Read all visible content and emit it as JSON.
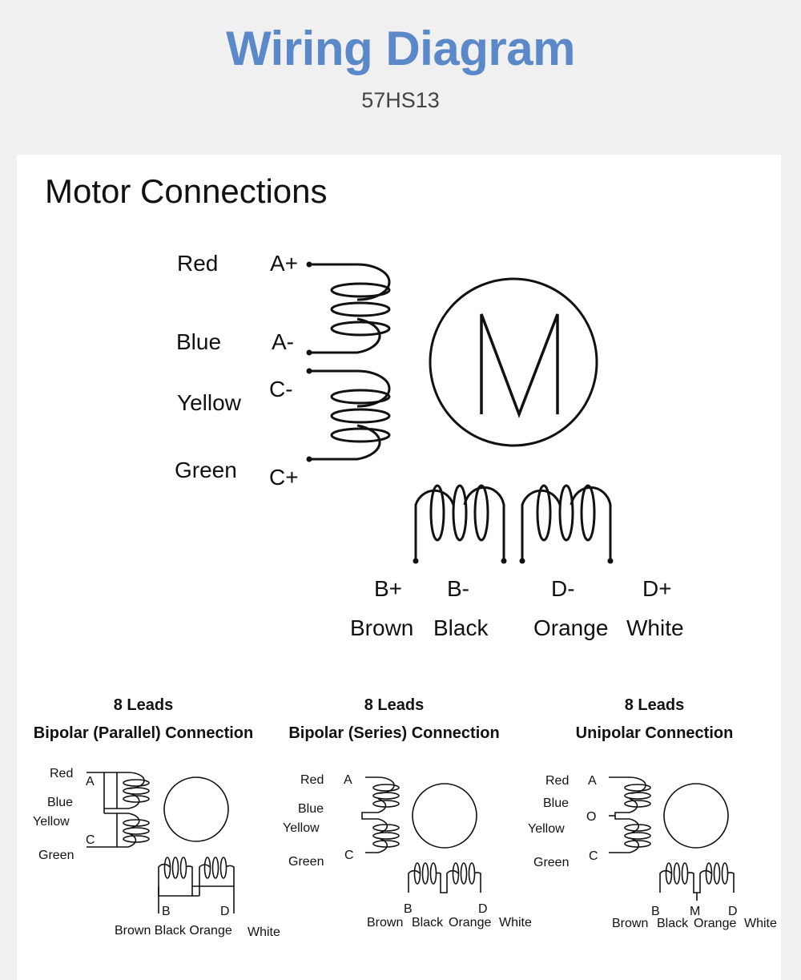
{
  "header": {
    "title": "Wiring Diagram",
    "model": "57HS13"
  },
  "section": {
    "title": "Motor Connections"
  },
  "main": {
    "motor_symbol": "M",
    "leads": [
      {
        "color_name": "Red",
        "terminal": "A+"
      },
      {
        "color_name": "Blue",
        "terminal": "A-"
      },
      {
        "color_name": "Yellow",
        "terminal": "C-"
      },
      {
        "color_name": "Green",
        "terminal": "C+"
      },
      {
        "color_name": "Brown",
        "terminal": "B+"
      },
      {
        "color_name": "Black",
        "terminal": "B-"
      },
      {
        "color_name": "Orange",
        "terminal": "D-"
      },
      {
        "color_name": "White",
        "terminal": "D+"
      }
    ]
  },
  "schemes": [
    {
      "leads": "8 Leads",
      "name": "Bipolar (Parallel) Connection",
      "left": [
        "Red",
        "Blue",
        "Yellow",
        "Green"
      ],
      "left_terms": [
        "A",
        "C"
      ],
      "bottom": "Brown Black Orange",
      "bottom_tail": "White",
      "bottom_terms": [
        "B",
        "D"
      ]
    },
    {
      "leads": "8 Leads",
      "name": "Bipolar (Series) Connection",
      "left": [
        "Red",
        "Blue",
        "Yellow",
        "Green"
      ],
      "left_terms": [
        "A",
        "C"
      ],
      "bottom": [
        "Brown",
        "Black",
        "Orange",
        "White"
      ],
      "bottom_terms": [
        "B",
        "D"
      ]
    },
    {
      "leads": "8 Leads",
      "name": "Unipolar Connection",
      "left": [
        "Red",
        "Blue",
        "Yellow",
        "Green"
      ],
      "left_terms": [
        "A",
        "O",
        "C"
      ],
      "bottom": [
        "Brown",
        "Black",
        "Orange",
        "White"
      ],
      "bottom_terms": [
        "B",
        "M",
        "D"
      ]
    }
  ]
}
